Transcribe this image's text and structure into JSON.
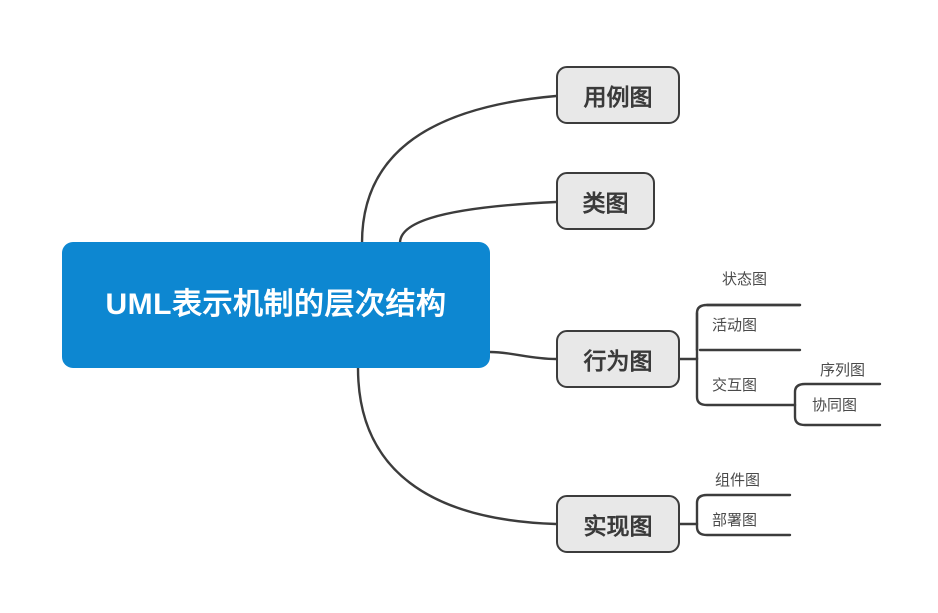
{
  "diagram": {
    "type": "mind-map",
    "title": "UML表示机制的层次结构",
    "root": {
      "label": "UML表示机制的层次结构",
      "fill": "#0d87d1",
      "text_color": "#ffffff"
    },
    "branch_style": {
      "fill": "#e8e8e8",
      "border": "#3c3c3c",
      "text_color": "#3a3a3a"
    },
    "branches": [
      {
        "label": "用例图",
        "children": []
      },
      {
        "label": "类图",
        "children": []
      },
      {
        "label": "行为图",
        "children": [
          {
            "label": "状态图",
            "children": []
          },
          {
            "label": "活动图",
            "children": []
          },
          {
            "label": "交互图",
            "children": [
              {
                "label": "序列图"
              },
              {
                "label": "协同图"
              }
            ]
          }
        ]
      },
      {
        "label": "实现图",
        "children": [
          {
            "label": "组件图",
            "children": []
          },
          {
            "label": "部署图",
            "children": []
          }
        ]
      }
    ]
  },
  "leaves": {
    "state": "状态图",
    "activity": "活动图",
    "interaction": "交互图",
    "sequence": "序列图",
    "collaboration": "协同图",
    "component": "组件图",
    "deployment": "部署图"
  }
}
